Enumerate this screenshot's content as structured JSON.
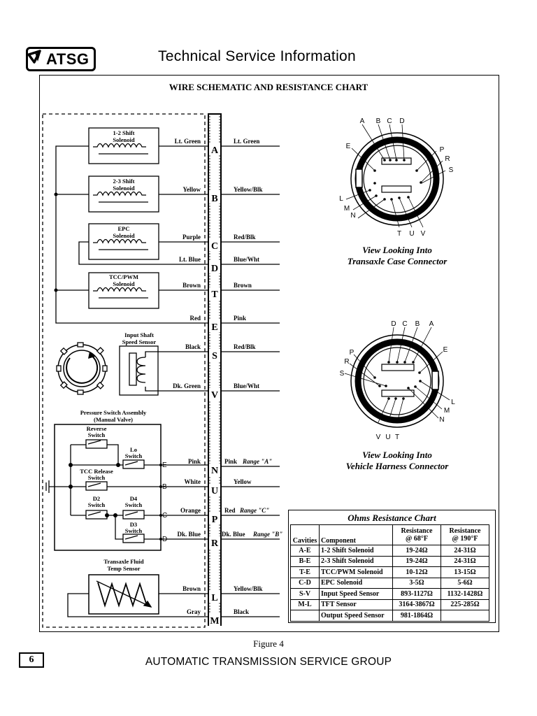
{
  "header": {
    "logo_text": "ATSG",
    "title": "Technical Service Information"
  },
  "chart_title": "WIRE SCHEMATIC AND RESISTANCE CHART",
  "components": {
    "shift12": [
      "1-2 Shift",
      "Solenoid"
    ],
    "shift23": [
      "2-3 Shift",
      "Solenoid"
    ],
    "epc": [
      "EPC",
      "Solenoid"
    ],
    "tcc": [
      "TCC/PWM",
      "Solenoid"
    ],
    "iss": [
      "Input Shaft",
      "Speed Sensor"
    ],
    "psa": [
      "Pressure Switch Assembly",
      "(Manual Valve)"
    ],
    "reverse": [
      "Reverse",
      "Switch"
    ],
    "lo": [
      "Lo",
      "Switch"
    ],
    "tcc_release": [
      "TCC Release",
      "Switch"
    ],
    "d2": [
      "D2",
      "Switch"
    ],
    "d4": [
      "D4",
      "Switch"
    ],
    "d3": [
      "D3",
      "Switch"
    ],
    "tft": [
      "Transaxle Fluid",
      "Temp Sensor"
    ],
    "psa_terminals": [
      "E",
      "B",
      "C",
      "D"
    ]
  },
  "pins": [
    "A",
    "B",
    "C",
    "D",
    "T",
    "E",
    "S",
    "V",
    "N",
    "U",
    "P",
    "R",
    "L",
    "M"
  ],
  "wires_left": [
    "Lt. Green",
    "Yellow",
    "Purple",
    "Lt. Blue",
    "Brown",
    "Red",
    "Black",
    "Dk. Green",
    "Pink",
    "White",
    "Orange",
    "Dk. Blue",
    "Brown",
    "Gray"
  ],
  "wires_right": [
    "Lt. Green",
    "Yellow/Blk",
    "Red/Blk",
    "Blue/Wht",
    "Brown",
    "Pink",
    "Red/Blk",
    "Blue/Wht",
    "Pink",
    "Yellow",
    "Red",
    "Dk. Blue",
    "Yellow/Blk",
    "Black"
  ],
  "range_labels": {
    "N": "Range \"A\"",
    "P": "Range \"C\"",
    "R": "Range \"B\""
  },
  "connectors": {
    "case": {
      "top": [
        "A",
        "B",
        "C",
        "D"
      ],
      "left": [
        "E",
        "L",
        "M",
        "N"
      ],
      "right": [
        "P",
        "R",
        "S"
      ],
      "bottom": [
        "T",
        "U",
        "V"
      ],
      "caption": [
        "View Looking Into",
        "Transaxle Case Connector"
      ]
    },
    "harness": {
      "top": [
        "D",
        "C",
        "B",
        "A"
      ],
      "left": [
        "P",
        "R",
        "S"
      ],
      "right": [
        "E",
        "L",
        "M",
        "N"
      ],
      "bottom": [
        "V",
        "U",
        "T"
      ],
      "caption": [
        "View Looking Into",
        "Vehicle Harness Connector"
      ]
    }
  },
  "resistance_chart": {
    "title": "Ohms Resistance Chart",
    "headers": [
      "Cavities",
      "Component",
      "Resistance @ 68°F",
      "Resistance @ 190°F"
    ],
    "rows": [
      [
        "A-E",
        "1-2 Shift Solenoid",
        "19-24Ω",
        "24-31Ω"
      ],
      [
        "B-E",
        "2-3 Shift Solenoid",
        "19-24Ω",
        "24-31Ω"
      ],
      [
        "T-E",
        "TCC/PWM Solenoid",
        "10-12Ω",
        "13-15Ω"
      ],
      [
        "C-D",
        "EPC Solenoid",
        "3-5Ω",
        "5-6Ω"
      ],
      [
        "S-V",
        "Input Speed Sensor",
        "893-1127Ω",
        "1132-1428Ω"
      ],
      [
        "M-L",
        "TFT Sensor",
        "3164-3867Ω",
        "225-285Ω"
      ],
      [
        "",
        "Output Speed Sensor",
        "981-1864Ω",
        ""
      ]
    ]
  },
  "figure_caption": "Figure 4",
  "page_number": "6",
  "footer": "AUTOMATIC TRANSMISSION SERVICE GROUP"
}
